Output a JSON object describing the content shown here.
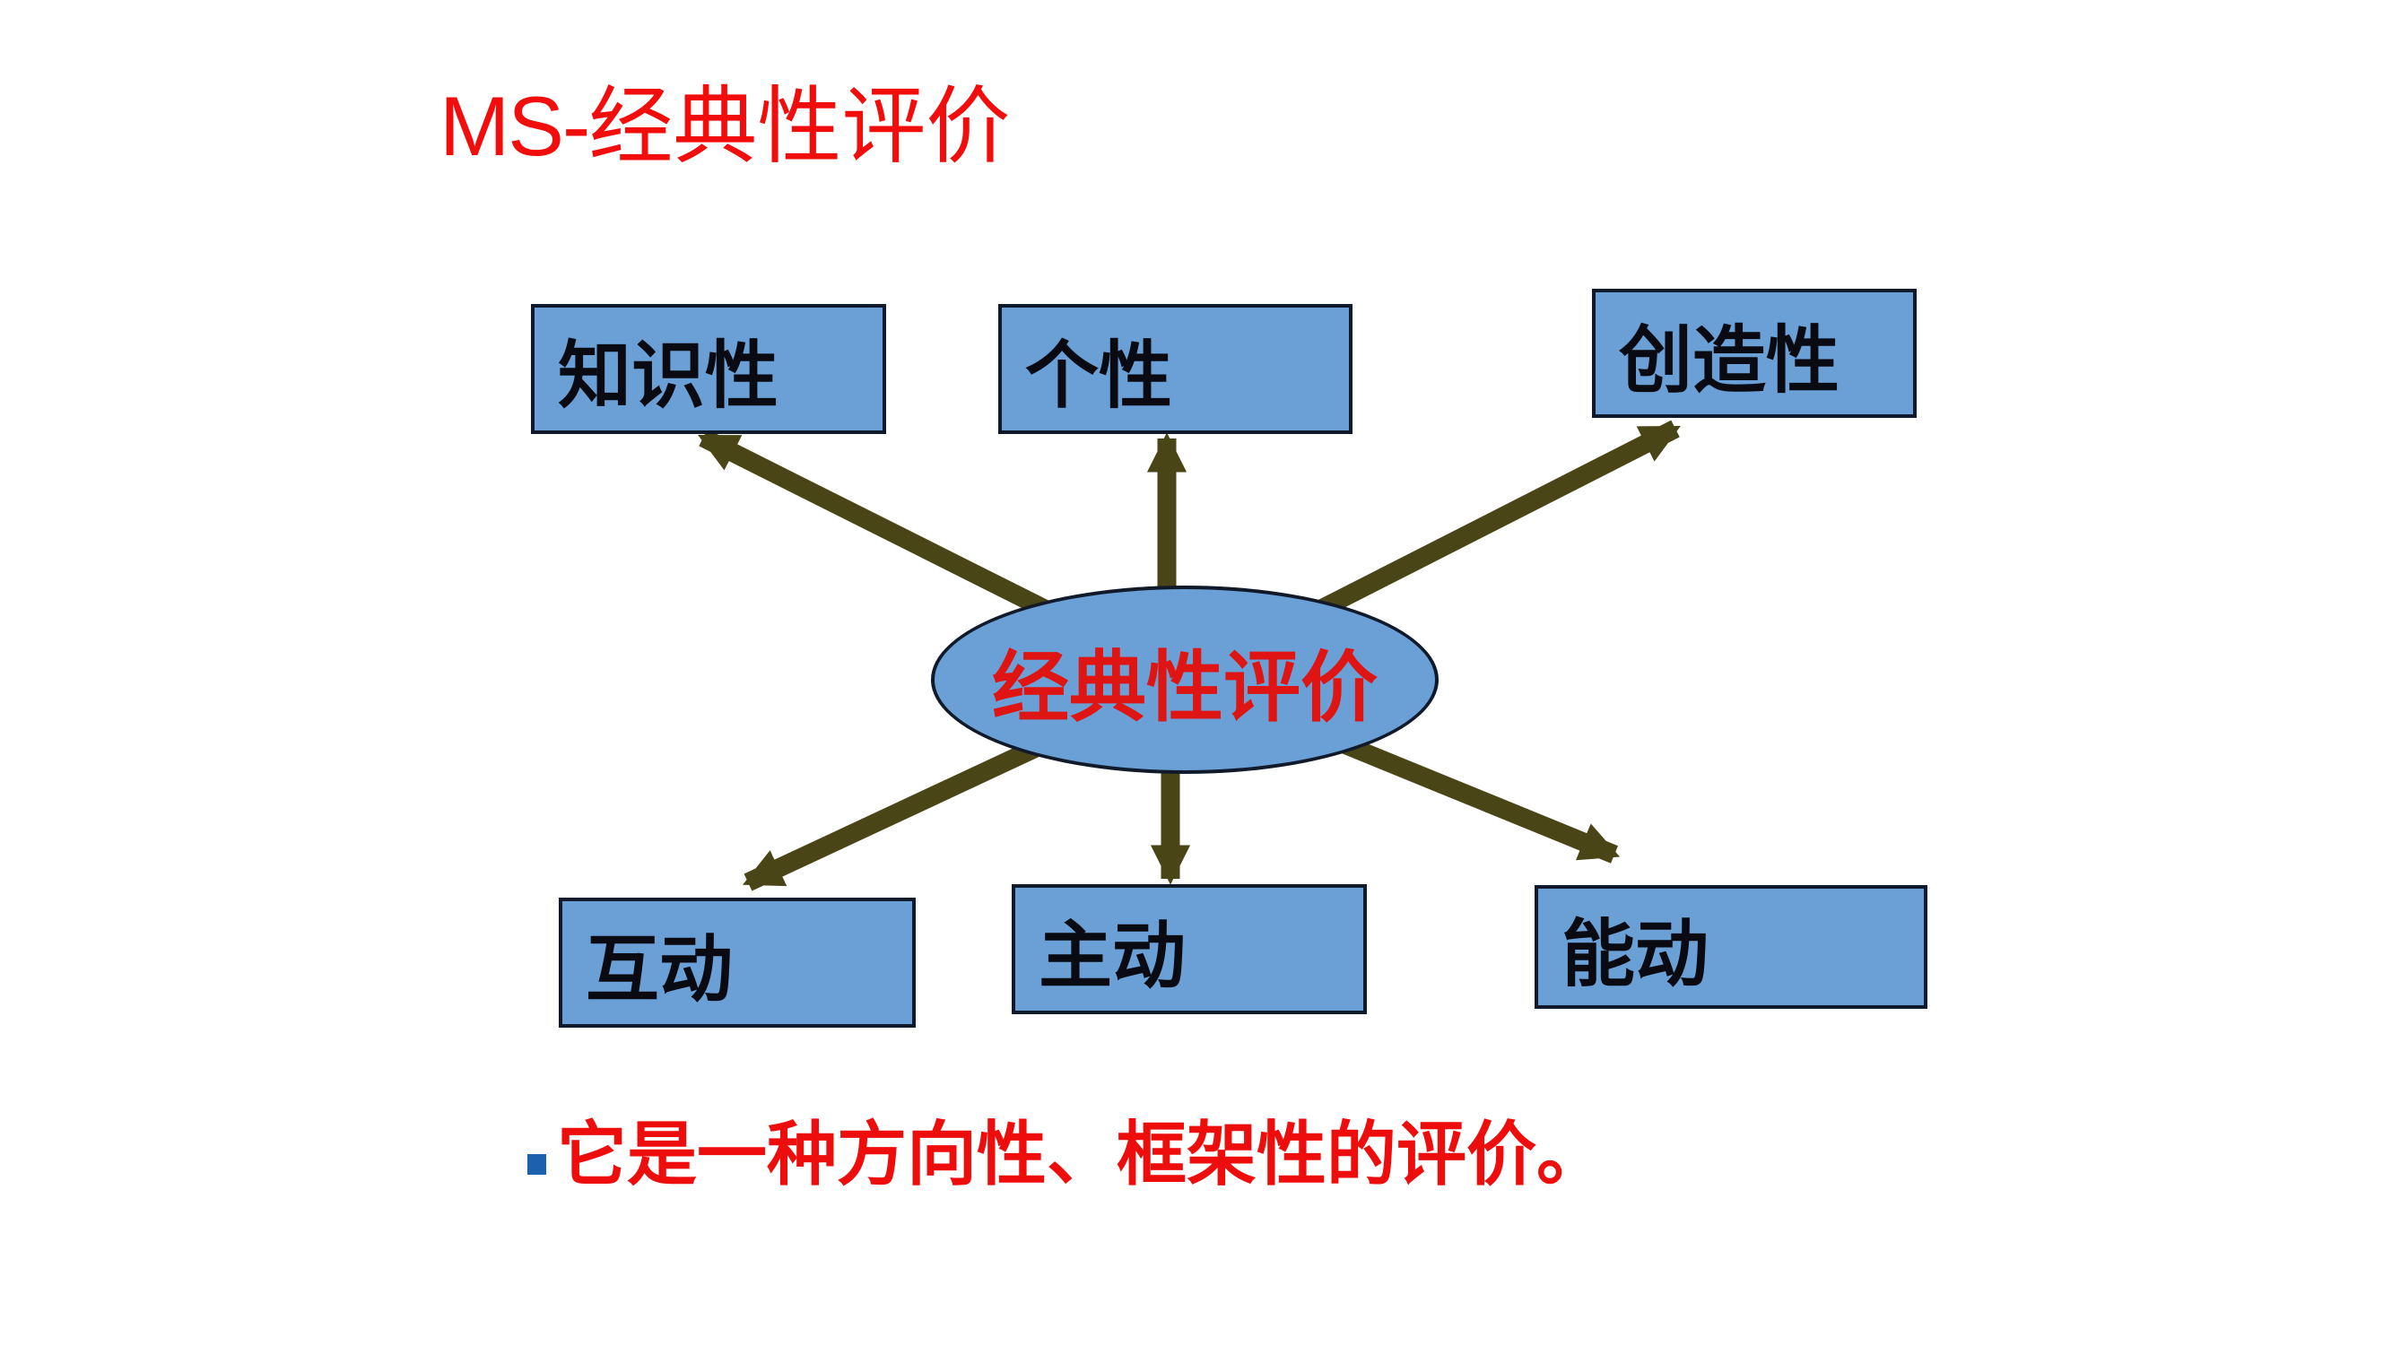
{
  "title": {
    "prefix": "MS-",
    "main": "经典性评价"
  },
  "diagram": {
    "center": {
      "label": "经典性评价"
    },
    "nodes": [
      {
        "id": "top-left",
        "label": "知识性"
      },
      {
        "id": "top-center",
        "label": "个性"
      },
      {
        "id": "top-right",
        "label": "创造性"
      },
      {
        "id": "bottom-left",
        "label": "互动"
      },
      {
        "id": "bottom-center",
        "label": "主动"
      },
      {
        "id": "bottom-right",
        "label": "能动"
      }
    ],
    "connections": [
      {
        "from": "经典性评价",
        "to": "知识性",
        "direction": "up-left"
      },
      {
        "from": "经典性评价",
        "to": "个性",
        "direction": "up"
      },
      {
        "from": "经典性评价",
        "to": "创造性",
        "direction": "up-right"
      },
      {
        "from": "经典性评价",
        "to": "互动",
        "direction": "down-left"
      },
      {
        "from": "经典性评价",
        "to": "主动",
        "direction": "down"
      },
      {
        "from": "经典性评价",
        "to": "能动",
        "direction": "down-right"
      }
    ]
  },
  "note": {
    "text": "它是一种方向性、框架性的评价。"
  },
  "colors": {
    "title_red": "#F20D0D",
    "center_text_red": "#DE1512",
    "note_red": "#EE0D0D",
    "node_fill": "#6AA0D5",
    "node_border": "#111A2B",
    "node_text": "#0A0A12",
    "arrow_olive": "#4A4517",
    "bullet_blue": "#1C61AE",
    "background": "#FFFFFF"
  }
}
